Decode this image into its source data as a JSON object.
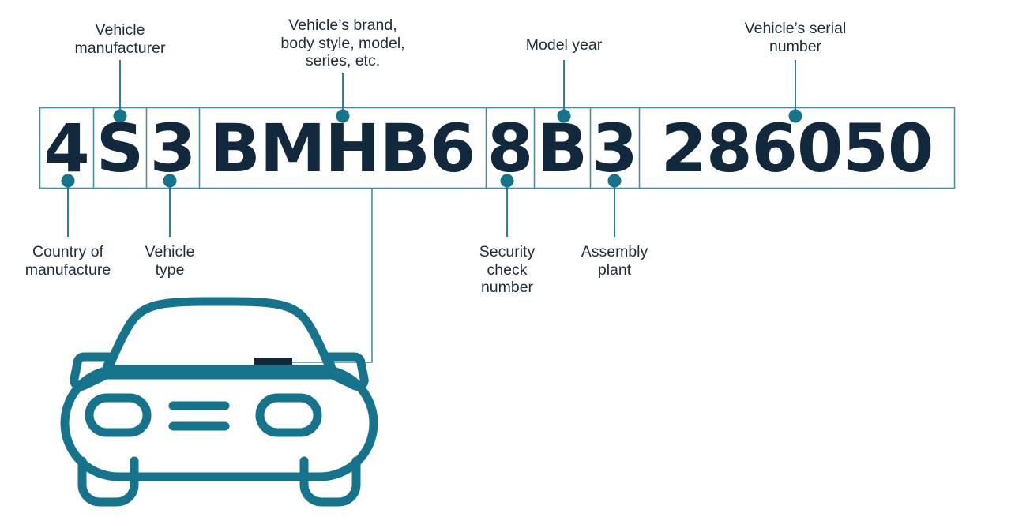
{
  "diagram": {
    "kind": "vin-decoder-diagram",
    "vin": "4S3BMHB68B3286050",
    "colors": {
      "accent_teal": "#16738c",
      "character_navy": "#12293d",
      "label_text": "#1b2d3e",
      "box_border": "#4e8ba3",
      "background": "#ffffff",
      "dash_mark": "#12293d"
    },
    "vin_groups": [
      {
        "id": "group-1",
        "chars": "4",
        "label_key": "country_of_manufacture"
      },
      {
        "id": "group-2",
        "chars": "S",
        "label_key": "vehicle_manufacturer"
      },
      {
        "id": "group-3",
        "chars": "3",
        "label_key": "vehicle_type"
      },
      {
        "id": "group-4",
        "chars": "BMHB6",
        "label_key": "vehicle_brand_body_model"
      },
      {
        "id": "group-5",
        "chars": "8",
        "label_key": "security_check_number"
      },
      {
        "id": "group-6",
        "chars": "B",
        "label_key": "model_year"
      },
      {
        "id": "group-7",
        "chars": "3",
        "label_key": "assembly_plant"
      },
      {
        "id": "group-8",
        "chars": "286050",
        "label_key": "vehicle_serial_number"
      }
    ],
    "labels": {
      "vehicle_manufacturer": "Vehicle\nmanufacturer",
      "vehicle_brand_body_model": "Vehicle’s brand,\nbody style, model,\nseries, etc.",
      "model_year": "Model year",
      "vehicle_serial_number": "Vehicle’s serial\nnumber",
      "country_of_manufacture": "Country of\nmanufacture",
      "vehicle_type": "Vehicle\ntype",
      "security_check_number": "Security\ncheck\nnumber",
      "assembly_plant": "Assembly\nplant"
    },
    "icons": {
      "car": "car-front-icon",
      "dashboard_vin_plate": "vin-plate-mark"
    }
  }
}
